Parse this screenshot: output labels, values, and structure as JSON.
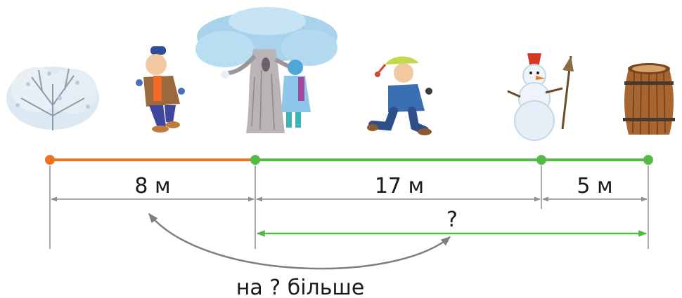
{
  "segments": {
    "first": "8  м",
    "second": "17  м",
    "third": "5  м",
    "total": "?"
  },
  "question": "на  ?  більше",
  "colors": {
    "orange": "#ee7023",
    "green": "#55b948",
    "gray": "#8e8e8e"
  },
  "illustrations": [
    "frosted-bush",
    "boy-in-brown-coat",
    "snowy-tree-with-girl",
    "boy-in-blue-jacket",
    "snowman-with-broom",
    "wooden-barrel"
  ]
}
